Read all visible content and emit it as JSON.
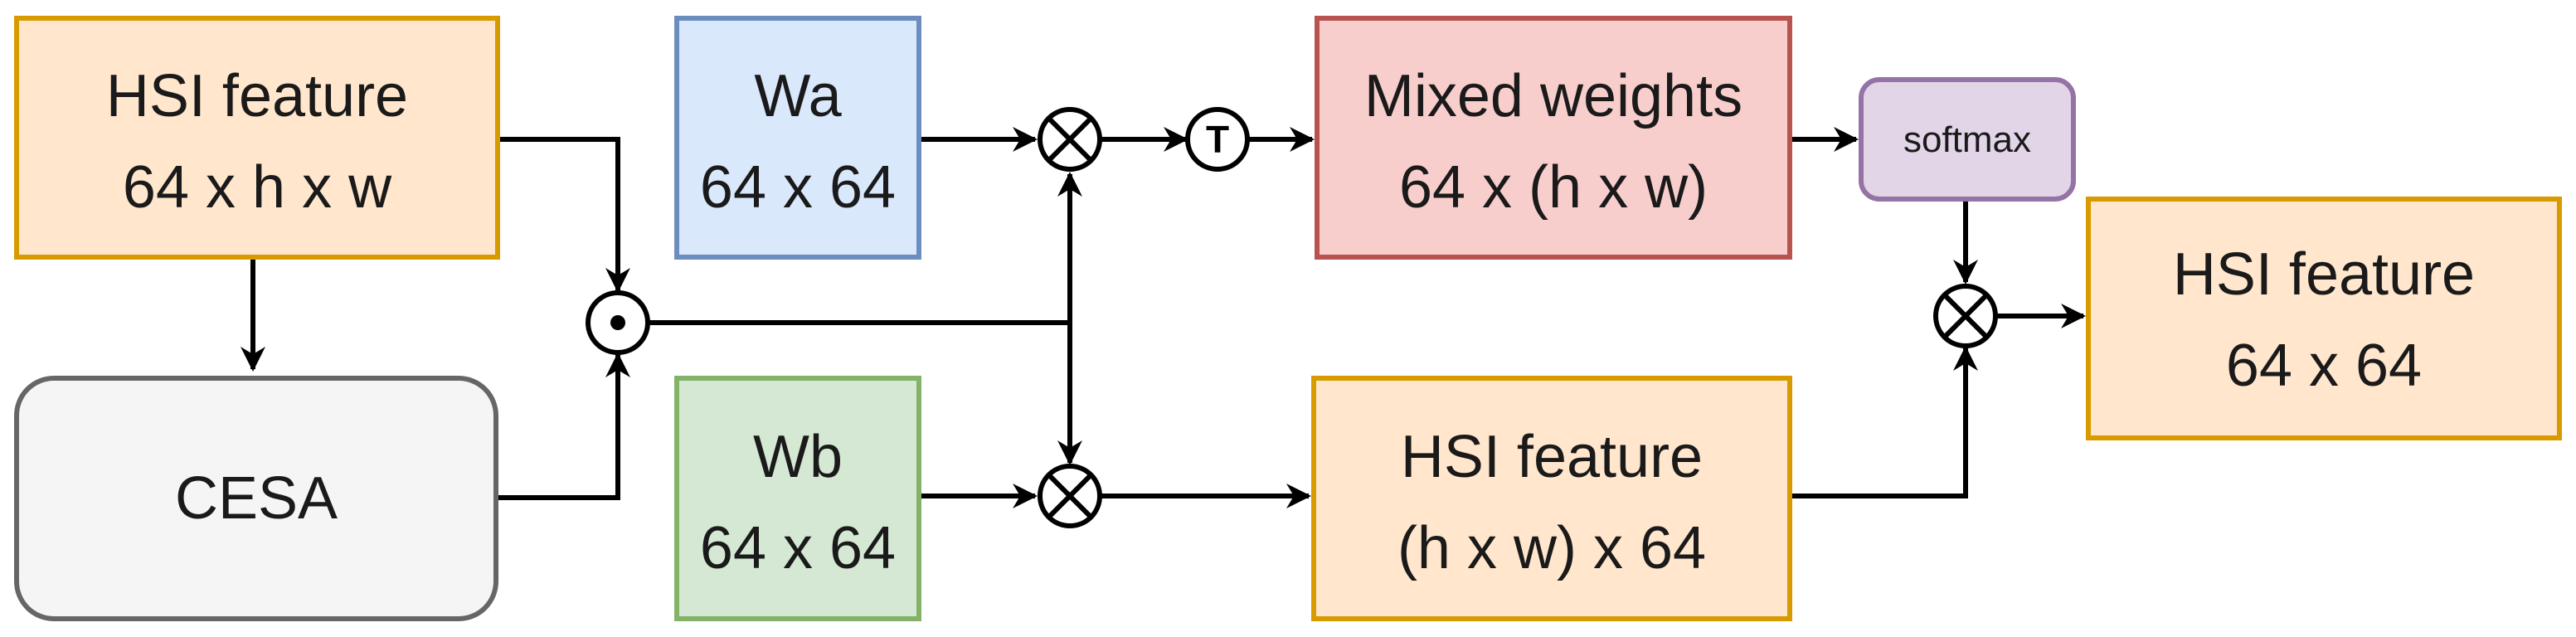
{
  "nodes": {
    "hsi_input": {
      "line1": "HSI feature",
      "line2": "64 x h x w",
      "fill": "#ffe6cc",
      "stroke": "#d79b00"
    },
    "cesa": {
      "label": "CESA",
      "fill": "#f5f5f5",
      "stroke": "#666666"
    },
    "wa": {
      "line1": "Wa",
      "line2": "64 x 64",
      "fill": "#dae8fc",
      "stroke": "#6c8ebf"
    },
    "wb": {
      "line1": "Wb",
      "line2": "64 x 64",
      "fill": "#d5e8d4",
      "stroke": "#82b366"
    },
    "mixed_weights": {
      "line1": "Mixed weights",
      "line2": "64 x (h x w)",
      "fill": "#f8cecc",
      "stroke": "#b85450"
    },
    "softmax": {
      "label": "softmax",
      "fill": "#e1d5e7",
      "stroke": "#9673a6"
    },
    "hsi_mid": {
      "line1": "HSI feature",
      "line2": "(h x w) x 64",
      "fill": "#ffe6cc",
      "stroke": "#d79b00"
    },
    "hsi_output": {
      "line1": "HSI feature",
      "line2": "64 x 64",
      "fill": "#ffe6cc",
      "stroke": "#d79b00"
    }
  },
  "operators": {
    "hadamard": {
      "symbol": "hadamard-product-icon"
    },
    "mult_top": {
      "symbol": "matrix-multiply-icon"
    },
    "mult_bottom": {
      "symbol": "matrix-multiply-icon"
    },
    "mult_final": {
      "symbol": "matrix-multiply-icon"
    },
    "transpose": {
      "label": "T",
      "symbol": "transpose-icon"
    }
  },
  "edge_color": "#000000"
}
